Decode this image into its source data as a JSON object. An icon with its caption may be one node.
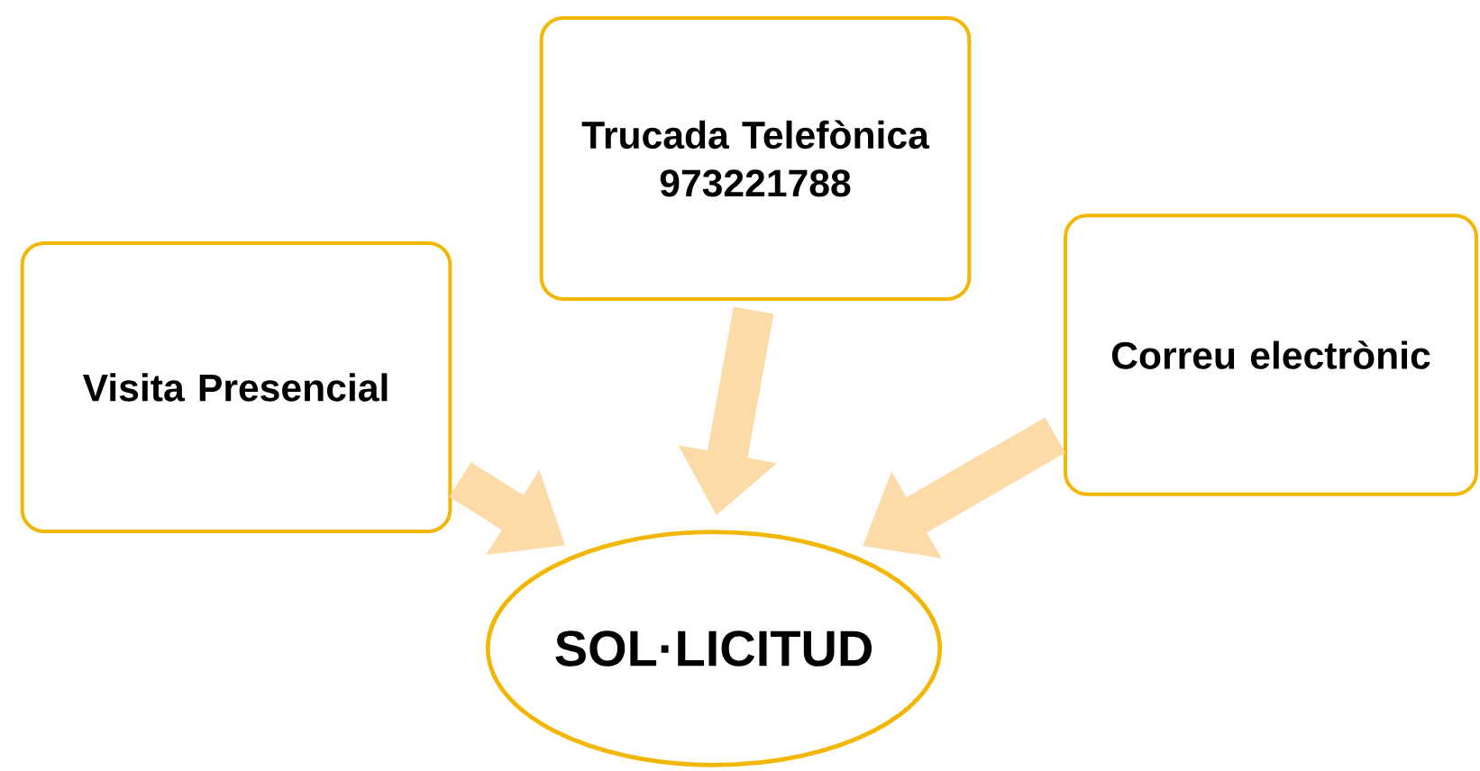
{
  "diagram": {
    "nodes": [
      {
        "text": [
          "Visita Presencial"
        ]
      },
      {
        "text": [
          "Trucada Telefònica 973221788"
        ]
      },
      {
        "text": [
          "Correu electrònic"
        ]
      },
      {
        "text": [
          "SOL·LICITUD"
        ]
      }
    ],
    "edges": [
      {
        "from": 0,
        "to": 3,
        "arrow": "to"
      },
      {
        "from": 1,
        "to": 3,
        "arrow": "to"
      },
      {
        "from": 2,
        "to": 3,
        "arrow": "to"
      }
    ]
  }
}
